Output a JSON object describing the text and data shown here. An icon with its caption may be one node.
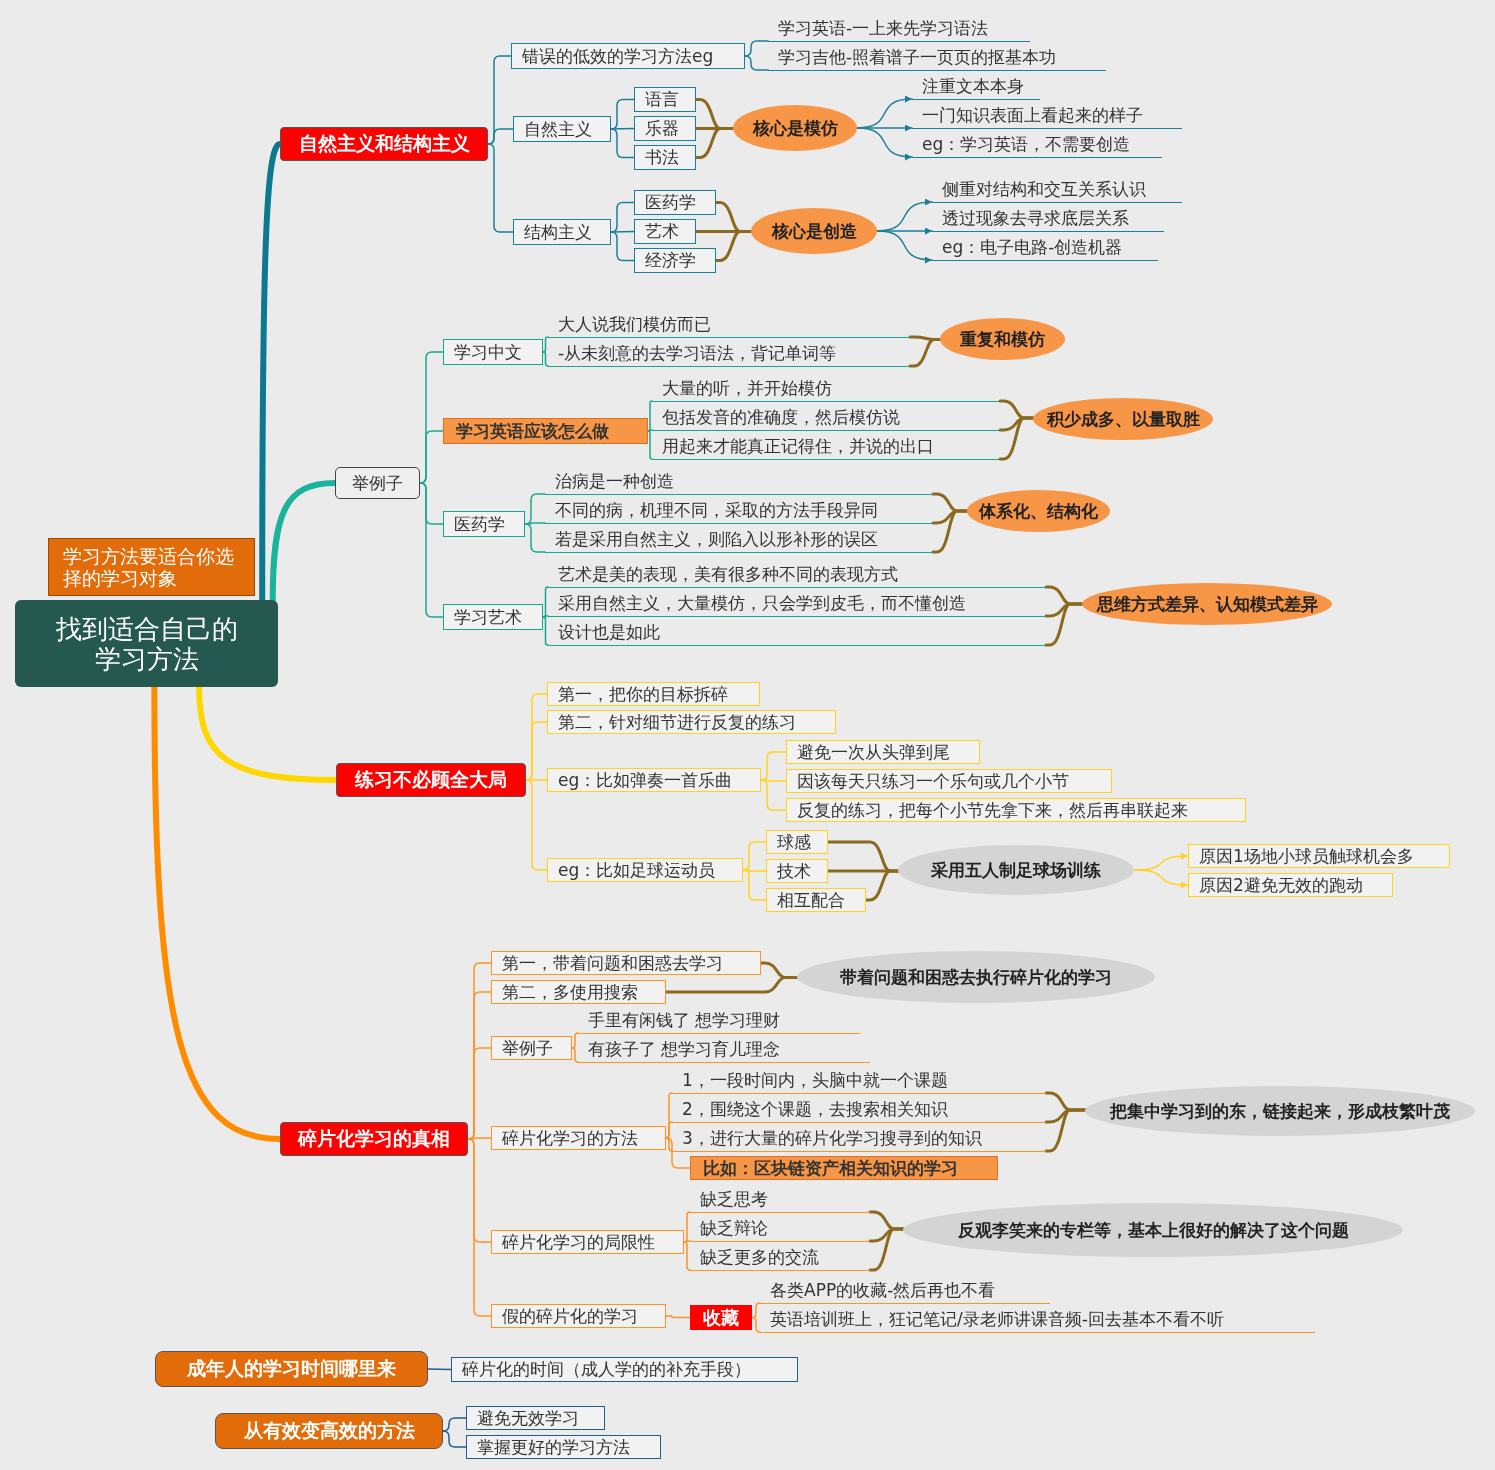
{
  "diagram": {
    "nodes": [
      {
        "text": [
          "找到适合自己的学习方法"
        ]
      },
      {
        "text": [
          "学习方法要适合你选择的学习对象"
        ]
      },
      {
        "text": [
          "自然主义和结构主义"
        ]
      },
      {
        "text": [
          "错误的低效的学习方法eg"
        ]
      },
      {
        "text": [
          "学习英语-一上来先学习语法"
        ]
      },
      {
        "text": [
          "学习吉他-照着谱子一页页的抠基本功"
        ]
      },
      {
        "text": [
          "自然主义"
        ]
      },
      {
        "text": [
          "语言"
        ]
      },
      {
        "text": [
          "乐器"
        ]
      },
      {
        "text": [
          "书法"
        ]
      },
      {
        "text": [
          "核心是模仿"
        ]
      },
      {
        "text": [
          "注重文本本身"
        ]
      },
      {
        "text": [
          "一门知识表面上看起来的样子"
        ]
      },
      {
        "text": [
          "eg：学习英语，不需要创造"
        ]
      },
      {
        "text": [
          "结构主义"
        ]
      },
      {
        "text": [
          "医药学"
        ]
      },
      {
        "text": [
          "艺术"
        ]
      },
      {
        "text": [
          "经济学"
        ]
      },
      {
        "text": [
          "核心是创造"
        ]
      },
      {
        "text": [
          "侧重对结构和交互关系认识"
        ]
      },
      {
        "text": [
          "透过现象去寻求底层关系"
        ]
      },
      {
        "text": [
          "eg：电子电路-创造机器"
        ]
      },
      {
        "text": [
          "举例子"
        ]
      },
      {
        "text": [
          "学习中文"
        ]
      },
      {
        "text": [
          "大人说我们模仿而已"
        ]
      },
      {
        "text": [
          "-从未刻意的去学习语法，背记单词等"
        ]
      },
      {
        "text": [
          "重复和模仿"
        ]
      },
      {
        "text": [
          "学习英语应该怎么做"
        ]
      },
      {
        "text": [
          "大量的听，并开始模仿"
        ]
      },
      {
        "text": [
          "包括发音的准确度，然后模仿说"
        ]
      },
      {
        "text": [
          "用起来才能真正记得住，并说的出口"
        ]
      },
      {
        "text": [
          "积少成多、以量取胜"
        ]
      },
      {
        "text": [
          "医药学"
        ]
      },
      {
        "text": [
          "治病是一种创造"
        ]
      },
      {
        "text": [
          "不同的病，机理不同，采取的方法手段异同"
        ]
      },
      {
        "text": [
          "若是采用自然主义，则陷入以形补形的误区"
        ]
      },
      {
        "text": [
          "体系化、结构化"
        ]
      },
      {
        "text": [
          "学习艺术"
        ]
      },
      {
        "text": [
          "艺术是美的表现，美有很多种不同的表现方式"
        ]
      },
      {
        "text": [
          "采用自然主义，大量模仿，只会学到皮毛，而不懂创造"
        ]
      },
      {
        "text": [
          "设计也是如此"
        ]
      },
      {
        "text": [
          "思维方式差异、认知模式差异"
        ]
      },
      {
        "text": [
          "练习不必顾全大局"
        ]
      },
      {
        "text": [
          "第一，把你的目标拆碎"
        ]
      },
      {
        "text": [
          "第二，针对细节进行反复的练习"
        ]
      },
      {
        "text": [
          "eg：比如弹奏一首乐曲"
        ]
      },
      {
        "text": [
          "避免一次从头弹到尾"
        ]
      },
      {
        "text": [
          "因该每天只练习一个乐句或几个小节"
        ]
      },
      {
        "text": [
          "反复的练习，把每个小节先拿下来，然后再串联起来"
        ]
      },
      {
        "text": [
          "eg：比如足球运动员"
        ]
      },
      {
        "text": [
          "球感"
        ]
      },
      {
        "text": [
          "技术"
        ]
      },
      {
        "text": [
          "相互配合"
        ]
      },
      {
        "text": [
          "采用五人制足球场训练"
        ]
      },
      {
        "text": [
          "原因1场地小球员触球机会多"
        ]
      },
      {
        "text": [
          "原因2避免无效的跑动"
        ]
      },
      {
        "text": [
          "碎片化学习的真相"
        ]
      },
      {
        "text": [
          "第一，带着问题和困惑去学习"
        ]
      },
      {
        "text": [
          "第二，多使用搜索"
        ]
      },
      {
        "text": [
          "带着问题和困惑去执行碎片化的学习"
        ]
      },
      {
        "text": [
          "举例子"
        ]
      },
      {
        "text": [
          "手里有闲钱了 想学习理财"
        ]
      },
      {
        "text": [
          "有孩子了 想学习育儿理念"
        ]
      },
      {
        "text": [
          "碎片化学习的方法"
        ]
      },
      {
        "text": [
          "1，一段时间内，头脑中就一个课题"
        ]
      },
      {
        "text": [
          "2，围绕这个课题，去搜索相关知识"
        ]
      },
      {
        "text": [
          "3，进行大量的碎片化学习搜寻到的知识"
        ]
      },
      {
        "text": [
          "比如：区块链资产相关知识的学习"
        ]
      },
      {
        "text": [
          "把集中学习到的东，链接起来，形成枝繁叶茂"
        ]
      },
      {
        "text": [
          "碎片化学习的局限性"
        ]
      },
      {
        "text": [
          "缺乏思考"
        ]
      },
      {
        "text": [
          "缺乏辩论"
        ]
      },
      {
        "text": [
          "缺乏更多的交流"
        ]
      },
      {
        "text": [
          "反观李笑来的专栏等，基本上很好的解决了这个问题"
        ]
      },
      {
        "text": [
          "假的碎片化的学习"
        ]
      },
      {
        "text": [
          "收藏"
        ]
      },
      {
        "text": [
          "各类APP的收藏-然后再也不看"
        ]
      },
      {
        "text": [
          "英语培训班上，狂记笔记/录老师讲课音频-回去基本不看不听"
        ]
      },
      {
        "text": [
          "成年人的学习时间哪里来"
        ]
      },
      {
        "text": [
          "碎片化的时间（成人学的的补充手段）"
        ]
      },
      {
        "text": [
          "从有效变高效的方法"
        ]
      },
      {
        "text": [
          "避免无效学习"
        ]
      },
      {
        "text": [
          "掌握更好的学习方法"
        ]
      }
    ],
    "edges": [
      {
        "from": 0,
        "to": 2,
        "arrow": "none",
        "style": "thick",
        "color": "#0b7a8f"
      },
      {
        "from": 0,
        "to": 22,
        "arrow": "none",
        "style": "thick",
        "color": "#1ab39b"
      },
      {
        "from": 0,
        "to": 42,
        "arrow": "none",
        "style": "thick",
        "color": "#ffd700"
      },
      {
        "from": 0,
        "to": 56,
        "arrow": "none",
        "style": "thick",
        "color": "#ff8c00"
      },
      {
        "from": 2,
        "to": 3,
        "arrow": "none",
        "color": "#1b7f99"
      },
      {
        "from": 3,
        "to": 4,
        "arrow": "none",
        "color": "#1b7f99"
      },
      {
        "from": 3,
        "to": 5,
        "arrow": "none",
        "color": "#1b7f99"
      },
      {
        "from": 2,
        "to": 6,
        "arrow": "none",
        "color": "#1b7f99"
      },
      {
        "from": 6,
        "to": 7,
        "arrow": "none",
        "color": "#1b7f99"
      },
      {
        "from": 6,
        "to": 8,
        "arrow": "none",
        "color": "#1b7f99"
      },
      {
        "from": 6,
        "to": 9,
        "arrow": "none",
        "color": "#1b7f99"
      },
      {
        "from": 7,
        "to": 10,
        "arrow": "none",
        "color": "#8b6a1f"
      },
      {
        "from": 8,
        "to": 10,
        "arrow": "none",
        "color": "#8b6a1f"
      },
      {
        "from": 9,
        "to": 10,
        "arrow": "none",
        "color": "#8b6a1f"
      },
      {
        "from": 10,
        "to": 11,
        "arrow": "to",
        "color": "#1b7f99"
      },
      {
        "from": 10,
        "to": 12,
        "arrow": "to",
        "color": "#1b7f99"
      },
      {
        "from": 10,
        "to": 13,
        "arrow": "to",
        "color": "#1b7f99"
      },
      {
        "from": 2,
        "to": 14,
        "arrow": "none",
        "color": "#1b7f99"
      },
      {
        "from": 14,
        "to": 15,
        "arrow": "none",
        "color": "#1b7f99"
      },
      {
        "from": 14,
        "to": 16,
        "arrow": "none",
        "color": "#1b7f99"
      },
      {
        "from": 14,
        "to": 17,
        "arrow": "none",
        "color": "#1b7f99"
      },
      {
        "from": 15,
        "to": 18,
        "arrow": "none",
        "color": "#8b6a1f"
      },
      {
        "from": 16,
        "to": 18,
        "arrow": "none",
        "color": "#8b6a1f"
      },
      {
        "from": 17,
        "to": 18,
        "arrow": "none",
        "color": "#8b6a1f"
      },
      {
        "from": 18,
        "to": 19,
        "arrow": "to",
        "color": "#1b7f99"
      },
      {
        "from": 18,
        "to": 20,
        "arrow": "to",
        "color": "#1b7f99"
      },
      {
        "from": 18,
        "to": 21,
        "arrow": "to",
        "color": "#1b7f99"
      },
      {
        "from": 22,
        "to": 23,
        "arrow": "none",
        "color": "#17a98f"
      },
      {
        "from": 22,
        "to": 27,
        "arrow": "none",
        "color": "#17a98f"
      },
      {
        "from": 22,
        "to": 32,
        "arrow": "none",
        "color": "#17a98f"
      },
      {
        "from": 22,
        "to": 37,
        "arrow": "none",
        "color": "#17a98f"
      },
      {
        "from": 23,
        "to": 24,
        "arrow": "none",
        "color": "#17a98f"
      },
      {
        "from": 23,
        "to": 25,
        "arrow": "none",
        "color": "#17a98f"
      },
      {
        "from": 24,
        "to": 26,
        "arrow": "none",
        "color": "#8b6a1f"
      },
      {
        "from": 25,
        "to": 26,
        "arrow": "none",
        "color": "#8b6a1f"
      },
      {
        "from": 27,
        "to": 28,
        "arrow": "none",
        "color": "#17a98f"
      },
      {
        "from": 27,
        "to": 29,
        "arrow": "none",
        "color": "#17a98f"
      },
      {
        "from": 27,
        "to": 30,
        "arrow": "none",
        "color": "#17a98f"
      },
      {
        "from": 28,
        "to": 31,
        "arrow": "none",
        "color": "#8b6a1f"
      },
      {
        "from": 29,
        "to": 31,
        "arrow": "none",
        "color": "#8b6a1f"
      },
      {
        "from": 30,
        "to": 31,
        "arrow": "none",
        "color": "#8b6a1f"
      },
      {
        "from": 32,
        "to": 33,
        "arrow": "none",
        "color": "#17a98f"
      },
      {
        "from": 32,
        "to": 34,
        "arrow": "none",
        "color": "#17a98f"
      },
      {
        "from": 32,
        "to": 35,
        "arrow": "none",
        "color": "#17a98f"
      },
      {
        "from": 33,
        "to": 36,
        "arrow": "none",
        "color": "#8b6a1f"
      },
      {
        "from": 34,
        "to": 36,
        "arrow": "none",
        "color": "#8b6a1f"
      },
      {
        "from": 35,
        "to": 36,
        "arrow": "none",
        "color": "#8b6a1f"
      },
      {
        "from": 37,
        "to": 38,
        "arrow": "none",
        "color": "#17a98f"
      },
      {
        "from": 37,
        "to": 39,
        "arrow": "none",
        "color": "#17a98f"
      },
      {
        "from": 37,
        "to": 40,
        "arrow": "none",
        "color": "#17a98f"
      },
      {
        "from": 38,
        "to": 41,
        "arrow": "none",
        "color": "#8b6a1f"
      },
      {
        "from": 39,
        "to": 41,
        "arrow": "none",
        "color": "#8b6a1f"
      },
      {
        "from": 40,
        "to": 41,
        "arrow": "none",
        "color": "#8b6a1f"
      },
      {
        "from": 42,
        "to": 43,
        "arrow": "none",
        "color": "#ffd21f"
      },
      {
        "from": 42,
        "to": 44,
        "arrow": "none",
        "color": "#ffd21f"
      },
      {
        "from": 42,
        "to": 45,
        "arrow": "none",
        "color": "#ffd21f"
      },
      {
        "from": 42,
        "to": 49,
        "arrow": "none",
        "color": "#ffd21f"
      },
      {
        "from": 45,
        "to": 46,
        "arrow": "none",
        "color": "#ffd21f"
      },
      {
        "from": 45,
        "to": 47,
        "arrow": "none",
        "color": "#ffd21f"
      },
      {
        "from": 45,
        "to": 48,
        "arrow": "none",
        "color": "#ffd21f"
      },
      {
        "from": 49,
        "to": 50,
        "arrow": "none",
        "color": "#ffd21f"
      },
      {
        "from": 49,
        "to": 51,
        "arrow": "none",
        "color": "#ffd21f"
      },
      {
        "from": 49,
        "to": 52,
        "arrow": "none",
        "color": "#ffd21f"
      },
      {
        "from": 50,
        "to": 53,
        "arrow": "none",
        "color": "#8b6a1f"
      },
      {
        "from": 51,
        "to": 53,
        "arrow": "none",
        "color": "#8b6a1f"
      },
      {
        "from": 52,
        "to": 53,
        "arrow": "none",
        "color": "#8b6a1f"
      },
      {
        "from": 53,
        "to": 54,
        "arrow": "to",
        "color": "#ffd21f"
      },
      {
        "from": 53,
        "to": 55,
        "arrow": "to",
        "color": "#ffd21f"
      },
      {
        "from": 56,
        "to": 57,
        "arrow": "none",
        "color": "#ff9326"
      },
      {
        "from": 56,
        "to": 58,
        "arrow": "none",
        "color": "#ff9326"
      },
      {
        "from": 56,
        "to": 60,
        "arrow": "none",
        "color": "#ff9326"
      },
      {
        "from": 56,
        "to": 63,
        "arrow": "none",
        "color": "#ff9326"
      },
      {
        "from": 56,
        "to": 69,
        "arrow": "none",
        "color": "#ff9326"
      },
      {
        "from": 56,
        "to": 74,
        "arrow": "none",
        "color": "#ff9326"
      },
      {
        "from": 57,
        "to": 59,
        "arrow": "none",
        "color": "#8b6a1f"
      },
      {
        "from": 58,
        "to": 59,
        "arrow": "none",
        "color": "#8b6a1f"
      },
      {
        "from": 60,
        "to": 61,
        "arrow": "none",
        "color": "#ff9326"
      },
      {
        "from": 60,
        "to": 62,
        "arrow": "none",
        "color": "#ff9326"
      },
      {
        "from": 63,
        "to": 64,
        "arrow": "none",
        "color": "#ff9326"
      },
      {
        "from": 63,
        "to": 65,
        "arrow": "none",
        "color": "#ff9326"
      },
      {
        "from": 63,
        "to": 66,
        "arrow": "none",
        "color": "#ff9326"
      },
      {
        "from": 63,
        "to": 67,
        "arrow": "none",
        "color": "#ff9326"
      },
      {
        "from": 64,
        "to": 68,
        "arrow": "none",
        "color": "#8b6a1f"
      },
      {
        "from": 65,
        "to": 68,
        "arrow": "none",
        "color": "#8b6a1f"
      },
      {
        "from": 66,
        "to": 68,
        "arrow": "none",
        "color": "#8b6a1f"
      },
      {
        "from": 69,
        "to": 70,
        "arrow": "none",
        "color": "#ff9326"
      },
      {
        "from": 69,
        "to": 71,
        "arrow": "none",
        "color": "#ff9326"
      },
      {
        "from": 69,
        "to": 72,
        "arrow": "none",
        "color": "#ff9326"
      },
      {
        "from": 70,
        "to": 73,
        "arrow": "none",
        "color": "#8b6a1f"
      },
      {
        "from": 71,
        "to": 73,
        "arrow": "none",
        "color": "#8b6a1f"
      },
      {
        "from": 72,
        "to": 73,
        "arrow": "none",
        "color": "#8b6a1f"
      },
      {
        "from": 74,
        "to": 75,
        "arrow": "none",
        "color": "#ff9326"
      },
      {
        "from": 75,
        "to": 76,
        "arrow": "none",
        "color": "#ff9326"
      },
      {
        "from": 75,
        "to": 77,
        "arrow": "none",
        "color": "#ff9326"
      },
      {
        "from": 78,
        "to": 79,
        "arrow": "none",
        "color": "#1f5f8b"
      },
      {
        "from": 80,
        "to": 81,
        "arrow": "none",
        "color": "#1f5f8b"
      },
      {
        "from": 80,
        "to": 82,
        "arrow": "none",
        "color": "#1f5f8b"
      }
    ]
  }
}
